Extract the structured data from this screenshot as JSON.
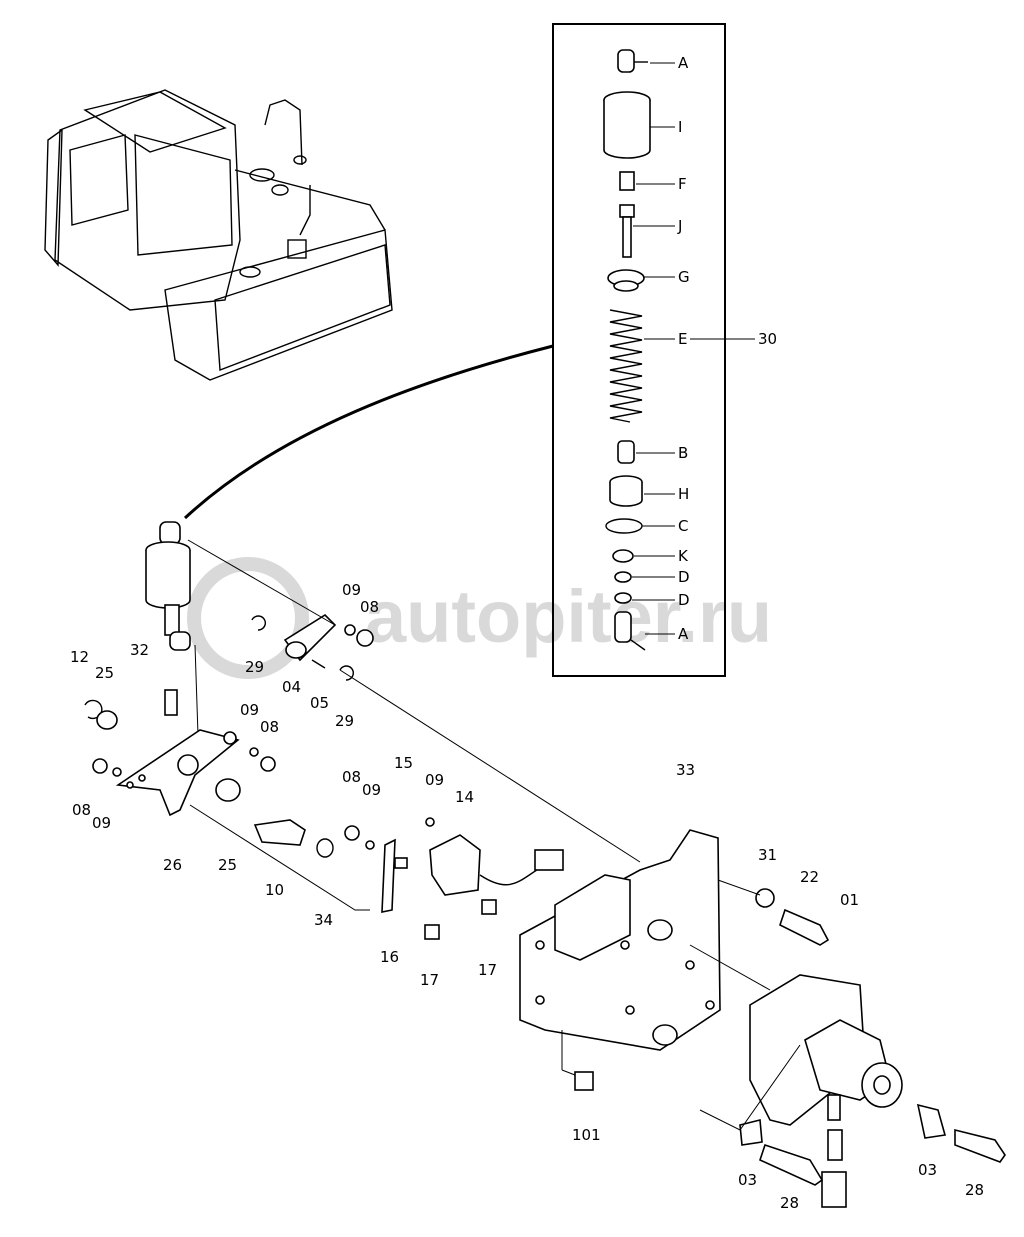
{
  "watermark": "autopiter.ru",
  "inset_labels": [
    "A",
    "I",
    "F",
    "J",
    "G",
    "E",
    "30",
    "B",
    "H",
    "C",
    "K",
    "D",
    "D",
    "A"
  ],
  "part_labels": [
    "09",
    "08",
    "29",
    "04",
    "05",
    "29",
    "12",
    "25",
    "32",
    "09",
    "08",
    "08",
    "09",
    "26",
    "25",
    "10",
    "34",
    "08",
    "09",
    "15",
    "09",
    "14",
    "16",
    "17",
    "17",
    "33",
    "31",
    "22",
    "01",
    "101",
    "03",
    "28",
    "03",
    "28"
  ]
}
